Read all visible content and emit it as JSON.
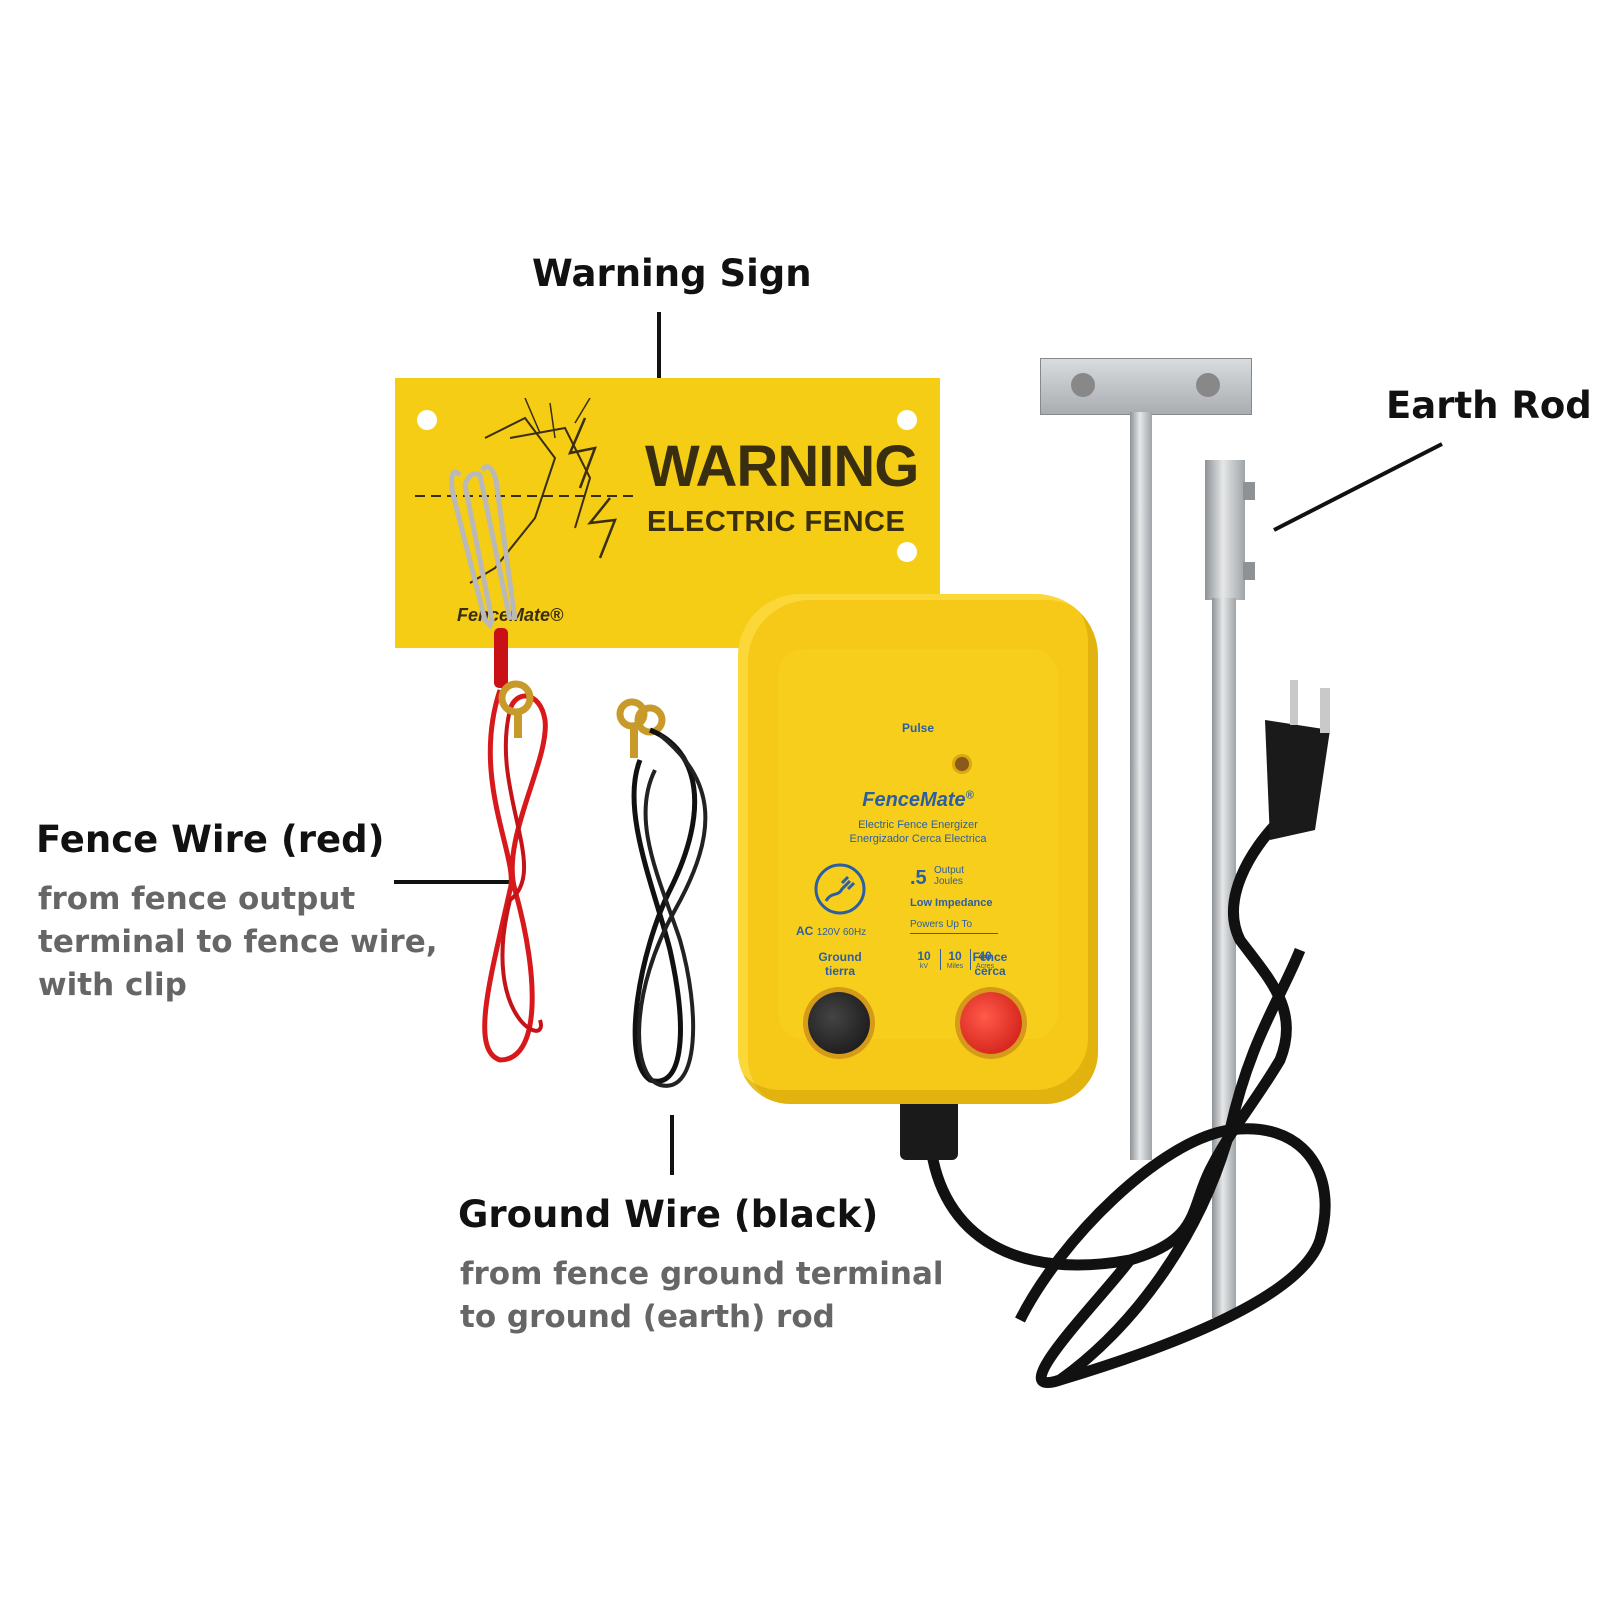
{
  "callouts": {
    "warning_sign": {
      "title": "Warning Sign"
    },
    "earth_rod": {
      "title": "Earth Rod"
    },
    "fence_wire": {
      "title": "Fence Wire (red)",
      "desc_lines": [
        "from fence output",
        "terminal to fence wire,",
        "with clip"
      ]
    },
    "ground_wire": {
      "title": "Ground Wire (black)",
      "desc_lines": [
        "from fence ground terminal",
        "to ground (earth) rod"
      ]
    }
  },
  "sign": {
    "headline": "WARNING",
    "subline": "ELECTRIC FENCE",
    "brand": "FenceMate®"
  },
  "energizer": {
    "pulse_label": "Pulse",
    "brand": "FenceMate",
    "brand_mark": "®",
    "line1": "Electric Fence Energizer",
    "line2": "Energizador Cerca Electrica",
    "output_value": ".5",
    "output_label_1": "Output",
    "output_label_2": "Joules",
    "impedance": "Low Impedance",
    "ac_label": "AC",
    "ac_spec": "120V 60Hz",
    "powers_label": "Powers Up To",
    "specs": [
      {
        "value": "10",
        "unit": "kV"
      },
      {
        "value": "10",
        "unit": "Miles"
      },
      {
        "value": "40",
        "unit": "Acres"
      }
    ],
    "ground_label_1": "Ground",
    "ground_label_2": "tierra",
    "fence_label_1": "Fence",
    "fence_label_2": "cerca"
  },
  "colors": {
    "sign_yellow": "#f4cd14",
    "energizer_yellow": "#f6c817",
    "text_blue": "#2b5fa2",
    "wire_red": "#d7191c",
    "wire_black": "#111111",
    "desc_gray": "#666666"
  }
}
